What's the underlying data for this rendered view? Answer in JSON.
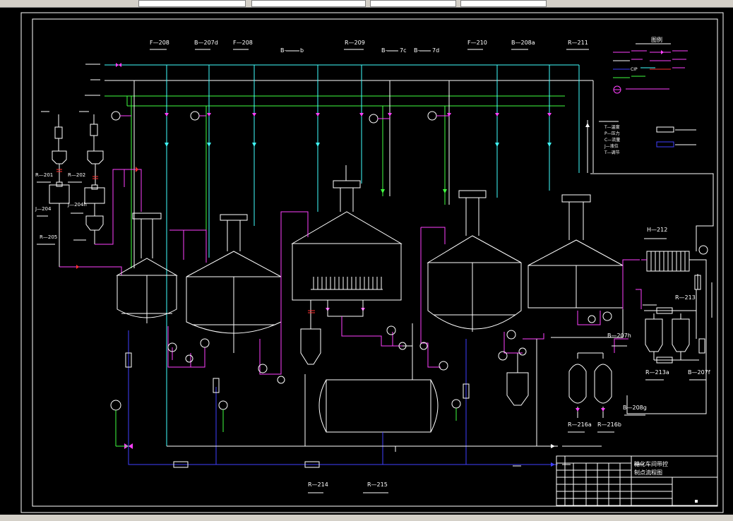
{
  "labels": {
    "f208a": "F—208",
    "b207d": "B—207d",
    "f208b": "F—208",
    "b_b": "B—",
    "b_b_suffix": "b",
    "r209": "R—209",
    "b_7c": "B—",
    "b_7c_suffix": "7c",
    "b_7d": "B—",
    "b_7d_suffix": "7d",
    "f210": "F—210",
    "b208a": "B—208a",
    "r211": "R—211",
    "r201": "R—201",
    "r202": "R—202",
    "r205": "R—205",
    "j204": "J—204",
    "j204h": "J—204h",
    "h212": "H—212",
    "r213": "R—213",
    "b207h": "B—207h",
    "r213a": "R—213a",
    "b207f": "B—207f",
    "b208g": "B—208g",
    "r216a": "R—216a",
    "r216b": "R—216b",
    "r214": "R—214",
    "r215": "R—215",
    "legend_hdr": "图例",
    "cip": "CIP",
    "legend_items": [
      "T—温度",
      "P—压力",
      "C—流量",
      "J—液位",
      "T—调节"
    ]
  },
  "title_block": {
    "line1": "糖化车间带控",
    "line2": "制点流程图"
  },
  "colors": {
    "magenta": "#ff40ff",
    "white": "#ffffff",
    "cyan": "#40ffff",
    "green": "#40ff40",
    "blue": "#4040ff",
    "red": "#ff3030"
  }
}
